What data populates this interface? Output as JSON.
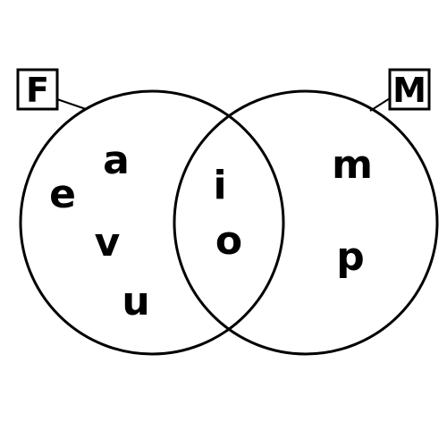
{
  "sets": {
    "left": {
      "label": "F",
      "only_members": [
        "a",
        "e",
        "v",
        "u"
      ]
    },
    "right": {
      "label": "M",
      "only_members": [
        "m",
        "p"
      ]
    }
  },
  "intersection": {
    "members": [
      "i",
      "o"
    ]
  },
  "style": {
    "stroke_color": "#000000",
    "text_color": "#000000",
    "background": "#ffffff"
  }
}
